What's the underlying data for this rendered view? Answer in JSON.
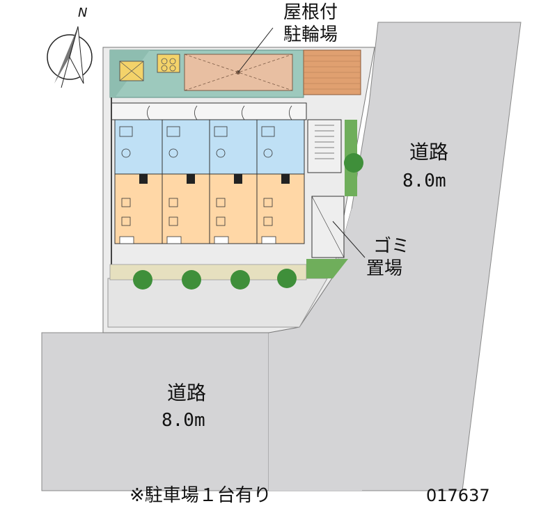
{
  "compass": {
    "north_label": "N"
  },
  "labels": {
    "roofed_bicycle_parking": [
      "屋根付",
      "駐輪場"
    ],
    "road_right": {
      "name": "道路",
      "width": "8.0m"
    },
    "road_bottom": {
      "name": "道路",
      "width": "8.0m"
    },
    "garbage_area": [
      "ゴミ",
      "置場"
    ]
  },
  "footer": {
    "parking_note": "※駐車場１台有り",
    "property_code": "017637"
  },
  "colors": {
    "road": "#d4d4d6",
    "building_footprint": "#e6e6e6",
    "roof_slab": "#9dc9bd",
    "bathroom": "#bfe0f5",
    "living_room": "#ffd7a6",
    "bike_parking": "#e8bfa2",
    "hedge": "#4f9a3f",
    "garden_strip": "#e6e0bf"
  }
}
